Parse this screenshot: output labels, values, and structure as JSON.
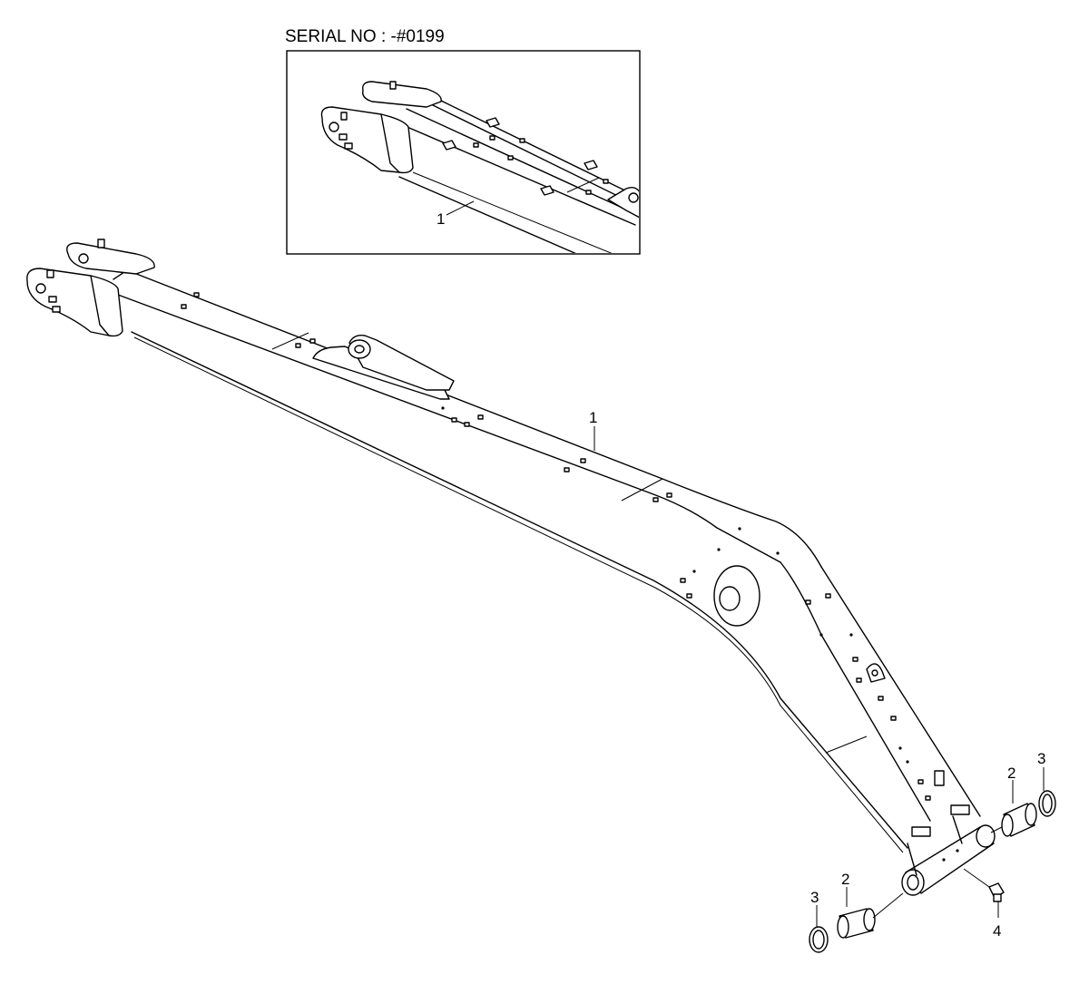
{
  "serial": {
    "label": "SERIAL NO : -#0199"
  },
  "callouts": {
    "inset_part": "1",
    "main_part": "1",
    "bushing_upper": "2",
    "bushing_lower": "2",
    "seal_upper": "3",
    "seal_lower": "3",
    "fitting": "4"
  }
}
